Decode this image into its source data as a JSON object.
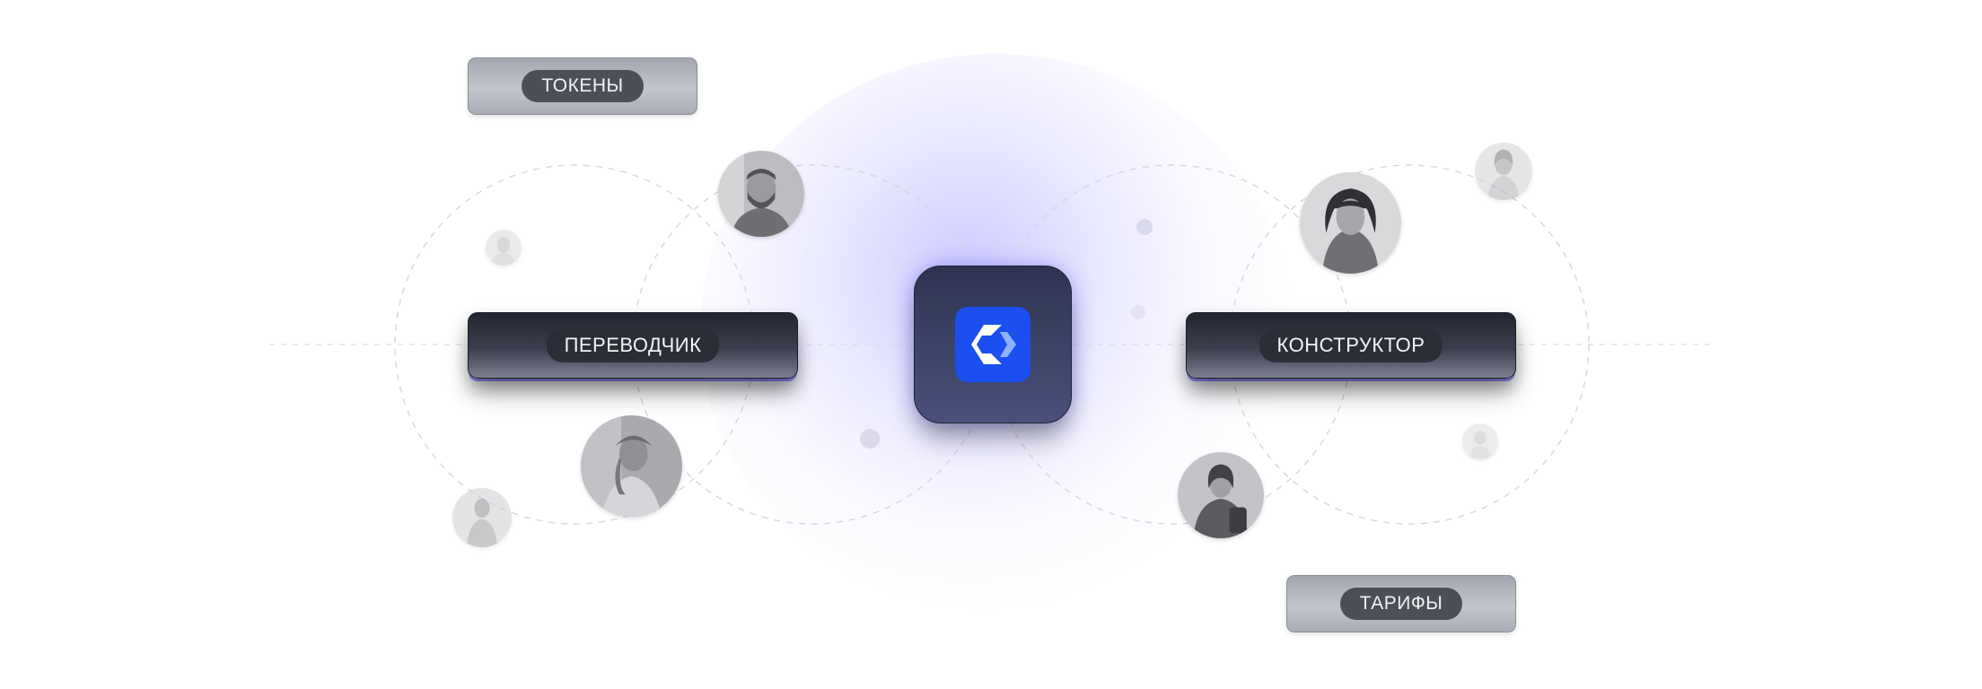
{
  "cards": {
    "tokens": "ТОКЕНЫ",
    "translator": "ПЕРЕВОДЧИК",
    "builder": "КОНСТРУКТОР",
    "tariffs": "ТАРИФЫ"
  },
  "icons": {
    "center_logo": "app-logo-icon"
  },
  "colors": {
    "accent": "#1b4ff0",
    "glow": "#7c76ff",
    "dark_card": "#2b2f3b",
    "light_card": "#b4b7be"
  }
}
